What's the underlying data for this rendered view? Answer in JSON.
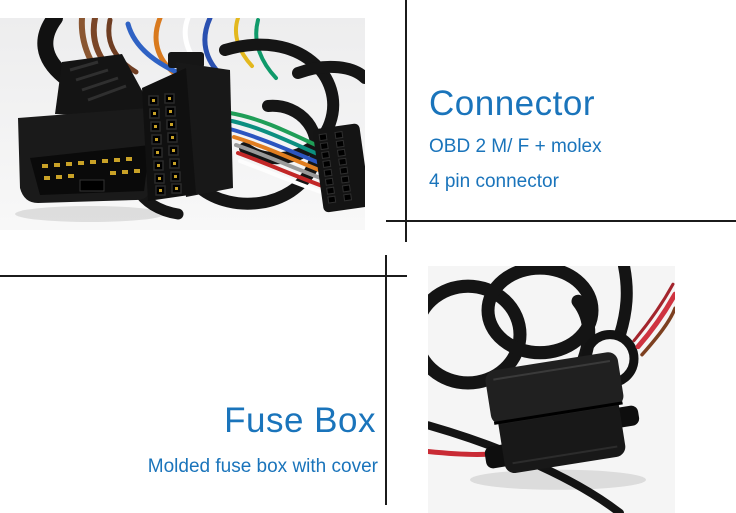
{
  "colors": {
    "accent_blue": "#1a74bb",
    "divider": "#1b1b1b",
    "photo_top_background": "#f1f1f1",
    "photo_bottom_background": "#f5f5f5",
    "wire_red": "#c92b35",
    "wire_brown": "#7a4527",
    "wire_orange": "#d97a1e",
    "wire_blue": "#2f62c4",
    "wire_green": "#1f9e57",
    "wire_yellow": "#e3b81e",
    "pin_gold": "#c9a227",
    "cable_black": "#141414"
  },
  "connector_section": {
    "heading": "Connector",
    "subtitle_line1": "OBD 2 M/ F + molex",
    "subtitle_line2": "4 pin connector",
    "photo_alt": "OBD 2 male and female connectors with molex 4 pin connector and multicolored wires"
  },
  "fusebox_section": {
    "heading": "Fuse Box",
    "subtitle_line1": "Molded fuse box with cover",
    "photo_alt": "Molded fuse box with cover on black cable with red wires"
  }
}
